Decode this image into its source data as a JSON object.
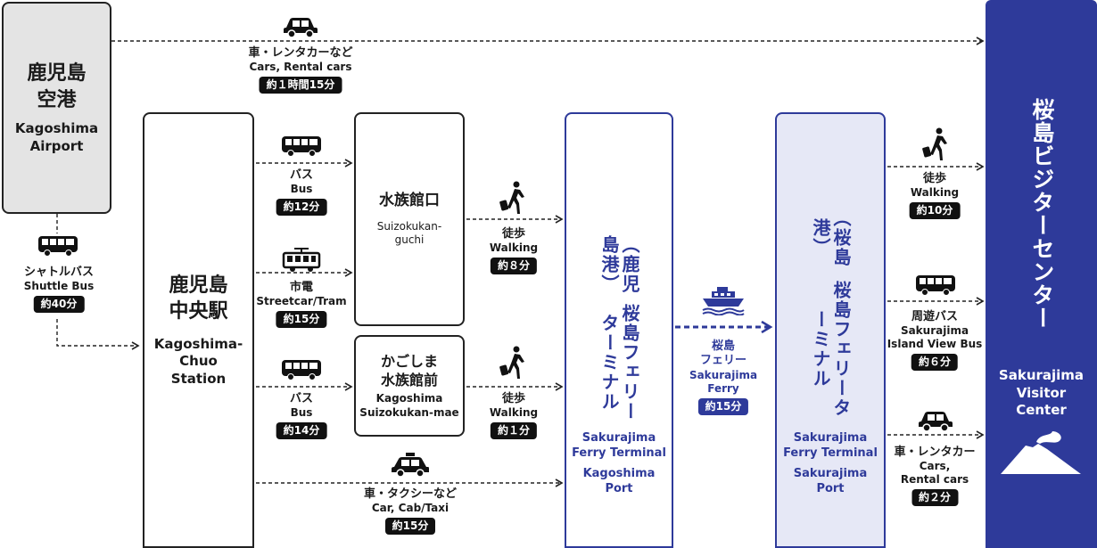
{
  "airport": {
    "jp": "鹿児島\n空港",
    "en": "Kagoshima\nAirport"
  },
  "chuo": {
    "jp": "鹿児島\n中央駅",
    "en": "Kagoshima-\nChuo\nStation"
  },
  "suizokukan": {
    "jp": "水族館口",
    "en": "Suizokukan-\nguchi"
  },
  "kagoshima_suizokukan": {
    "jp": "かごしま\n水族館前",
    "en": "Kagoshima\nSuizokukan-mae"
  },
  "kagoshima_port": {
    "jp": "桜島フェリーターミナル",
    "jp_sub": "（鹿児島港）",
    "en": "Sakurajima\nFerry Terminal",
    "en_sub": "Kagoshima\nPort"
  },
  "sakurajima_port": {
    "jp": "桜島フェリーターミナル",
    "jp_sub": "（桜島港）",
    "en": "Sakurajima\nFerry Terminal",
    "en_sub": "Sakurajima\nPort"
  },
  "visitor_center": {
    "jp": "桜島ビジターセンター",
    "en": "Sakurajima\nVisitor\nCenter"
  },
  "routes": {
    "car_top": {
      "jp": "車・レンタカーなど",
      "en": "Cars, Rental cars",
      "time": "約１時間15分"
    },
    "shuttle": {
      "jp": "シャトルバス",
      "en": "Shuttle Bus",
      "time": "約40分"
    },
    "bus1": {
      "jp": "バス",
      "en": "Bus",
      "time": "約12分"
    },
    "tram": {
      "jp": "市電",
      "en": "Streetcar/Tram",
      "time": "約15分"
    },
    "bus2": {
      "jp": "バス",
      "en": "Bus",
      "time": "約14分"
    },
    "taxi": {
      "jp": "車・タクシーなど",
      "en": "Car, Cab/Taxi",
      "time": "約15分"
    },
    "walk1": {
      "jp": "徒歩",
      "en": "Walking",
      "time": "約８分"
    },
    "walk2": {
      "jp": "徒歩",
      "en": "Walking",
      "time": "約１分"
    },
    "ferry": {
      "jp": "桜島\nフェリー",
      "en": "Sakurajima\nFerry",
      "time": "約15分"
    },
    "walk3": {
      "jp": "徒歩",
      "en": "Walking",
      "time": "約10分"
    },
    "island_bus": {
      "jp": "周遊バス",
      "en": "Sakurajima\nIsland View Bus",
      "time": "約６分"
    },
    "car_right": {
      "jp": "車・レンタカー",
      "en": "Cars,\nRental cars",
      "time": "約２分"
    }
  },
  "colors": {
    "accent": "#2e3a9a",
    "dark": "#111111",
    "gray_box": "#e4e4e4",
    "light_blue": "#e6e8f6"
  },
  "icons": [
    "car-icon",
    "bus-icon",
    "tram-icon",
    "walking-icon",
    "ferry-icon",
    "taxi-icon",
    "volcano-icon"
  ]
}
